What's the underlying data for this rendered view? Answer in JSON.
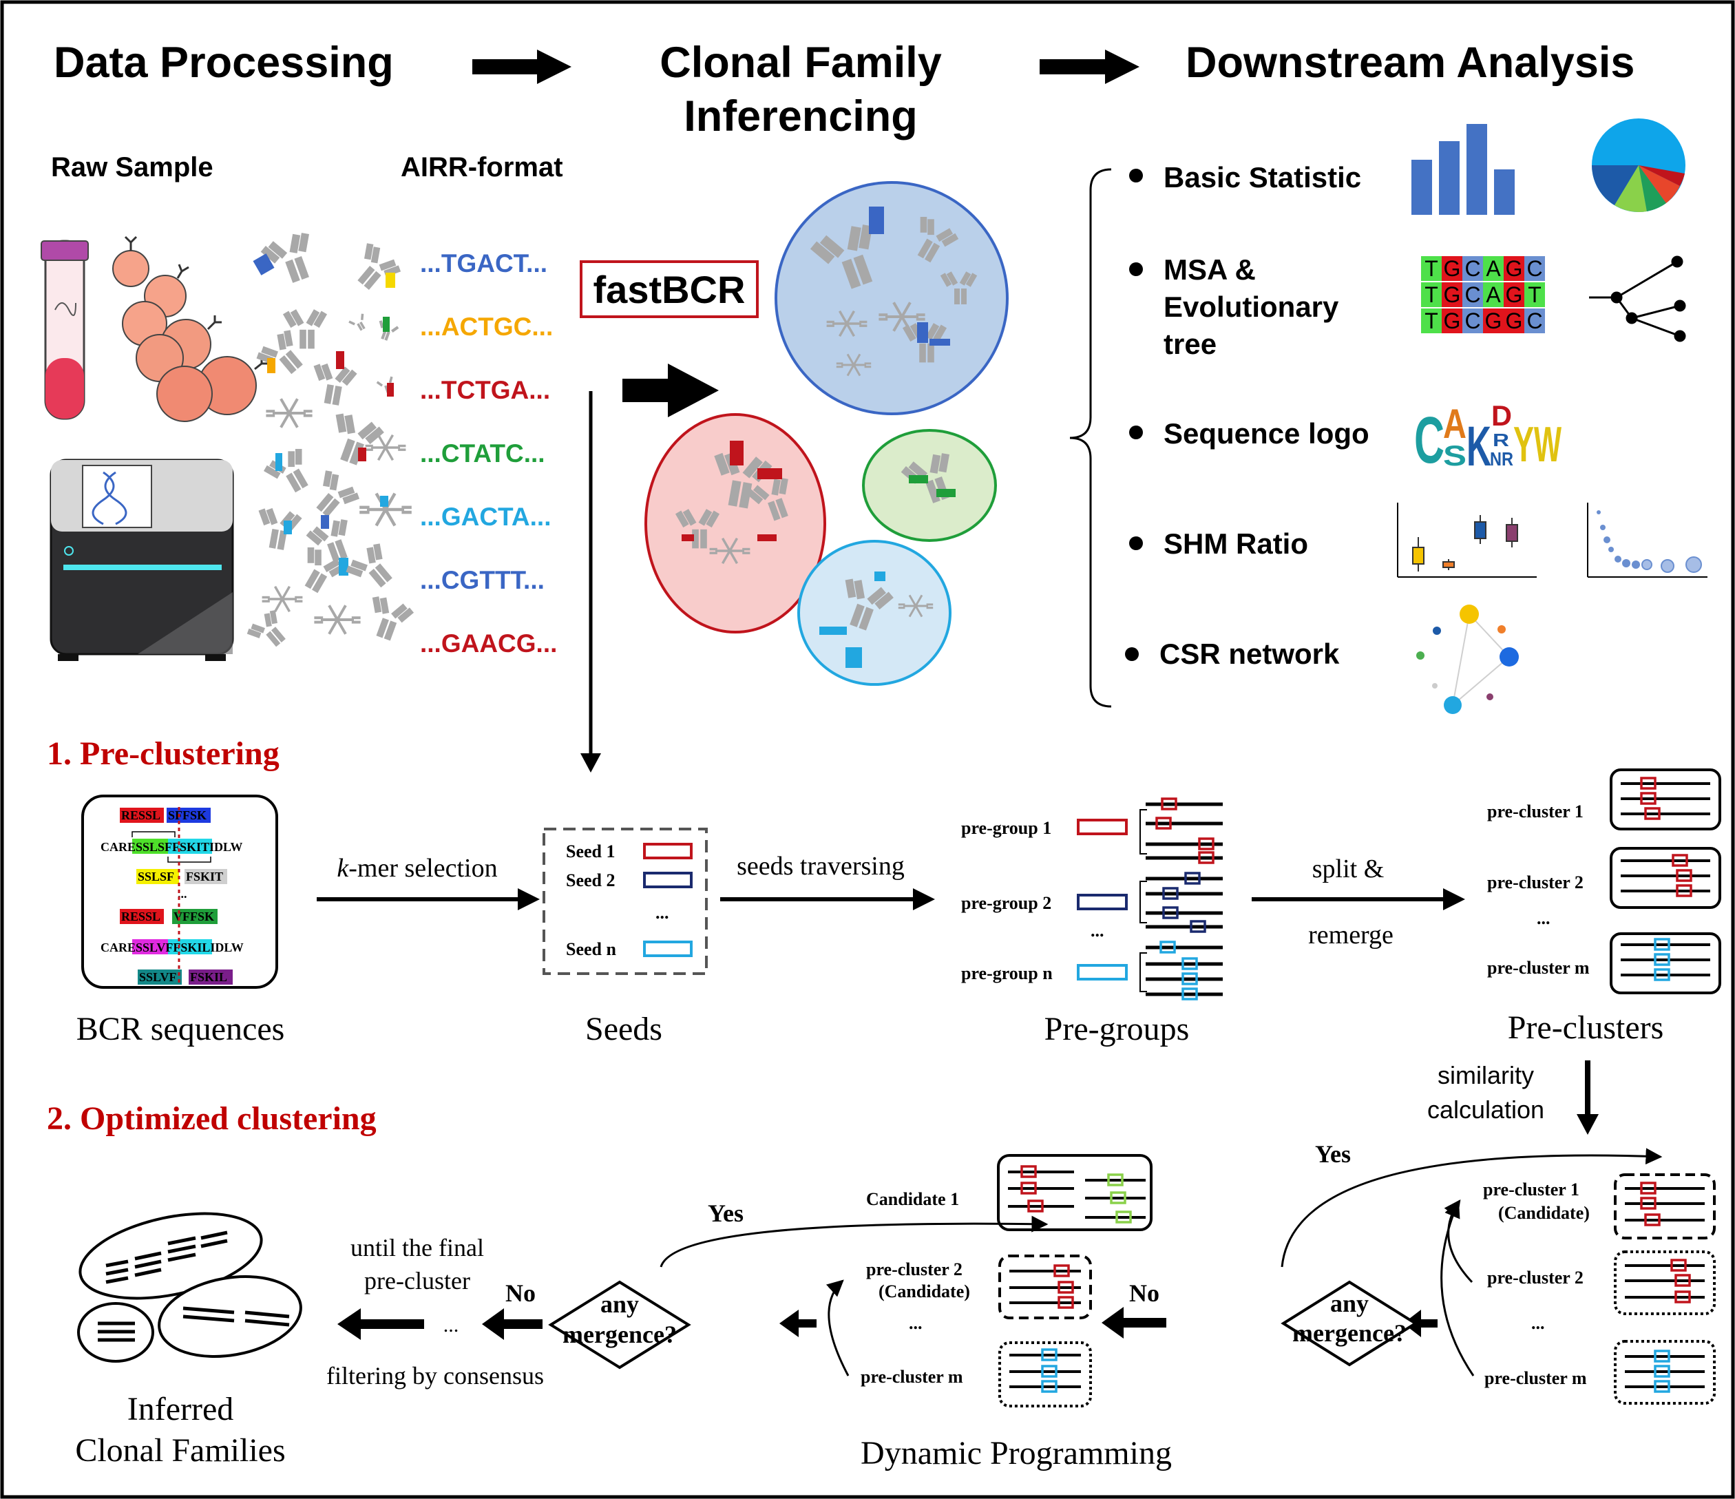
{
  "headers": {
    "data_processing": "Data Processing",
    "clonal_family_line1": "Clonal Family",
    "clonal_family_line2": "Inferencing",
    "downstream": "Downstream Analysis"
  },
  "input": {
    "raw_sample": "Raw Sample",
    "airr_format": "AIRR-format",
    "sequences": [
      {
        "text": "...TGACT...",
        "color": "#3a66c4"
      },
      {
        "text": "...ACTGC...",
        "color": "#f5a700"
      },
      {
        "text": "...TCTGA...",
        "color": "#c0141c"
      },
      {
        "text": "...CTATC...",
        "color": "#1f9e3a"
      },
      {
        "text": "...GACTA...",
        "color": "#22a7e0"
      },
      {
        "text": "...CGTTT...",
        "color": "#3a66c4"
      },
      {
        "text": "...GAACG...",
        "color": "#c0141c"
      }
    ]
  },
  "tool": {
    "name": "fastBCR"
  },
  "downstream": {
    "items": [
      {
        "label": "Basic Statistic"
      },
      {
        "label_lines": [
          "MSA &",
          "Evolutionary",
          "tree"
        ]
      },
      {
        "label": "Sequence logo"
      },
      {
        "label": "SHM Ratio"
      },
      {
        "label": "CSR network"
      }
    ],
    "msa_rows": [
      "TGCAGC",
      "TGCAGT",
      "TGCGGC"
    ],
    "logo_letters": "CAKDYW"
  },
  "step1": {
    "title": "1.  Pre-clustering",
    "kmer_italic": "k",
    "kmer_rest": "-mer selection",
    "seeds_traversing": "seeds traversing",
    "split": "split &",
    "remerge": "remerge",
    "bcr_block": {
      "top_row": [
        "RESSL",
        "SFFSK"
      ],
      "seq1": "CARESSLSFFSKITIDLW",
      "mid_row": [
        "SSLSF",
        "FSKIT"
      ],
      "seq2": "CARESSLVFFSKILIDLW",
      "row3": [
        "RESSL",
        "VFFSK"
      ],
      "row4": [
        "SSLVF",
        "FSKIL"
      ],
      "ellipsis": "..."
    },
    "seeds": [
      "Seed 1",
      "Seed 2",
      "...",
      "Seed n"
    ],
    "pregroups": [
      "pre-group 1",
      "pre-group 2",
      "...",
      "pre-group n"
    ],
    "preclusters": [
      "pre-cluster 1",
      "pre-cluster 2",
      "...",
      "pre-cluster m"
    ],
    "captions": {
      "bcr": "BCR sequences",
      "seeds": "Seeds",
      "pregroups": "Pre-groups",
      "preclusters": "Pre-clusters"
    }
  },
  "step2": {
    "title": "2.  Optimized clustering",
    "similarity": [
      "similarity",
      "calculation"
    ],
    "yes": "Yes",
    "no": "No",
    "any_mergence": [
      "any",
      "mergence?"
    ],
    "right_list": {
      "pc1": "pre-cluster 1",
      "pc1_sub": "(Candidate)",
      "pc2": "pre-cluster 2",
      "dots": "...",
      "pcm": "pre-cluster m"
    },
    "mid_list": {
      "cand1": "Candidate 1",
      "pc2": "pre-cluster 2",
      "pc2_sub": "(Candidate)",
      "dots": "...",
      "pcm": "pre-cluster m"
    },
    "until_final": [
      "until the final",
      "pre-cluster"
    ],
    "filtering": "filtering by consensus",
    "dots": "...",
    "dp_caption": "Dynamic Programming",
    "inferred": [
      "Inferred",
      "Clonal Families"
    ]
  },
  "colors": {
    "red_title": "#c00000",
    "red": "#c0141c",
    "navy": "#1a2a6e",
    "cyan": "#22a7e0",
    "blue": "#3a66c4",
    "green": "#1f9e3a",
    "yellow": "#f5d800",
    "gray": "#a8a8a8"
  }
}
